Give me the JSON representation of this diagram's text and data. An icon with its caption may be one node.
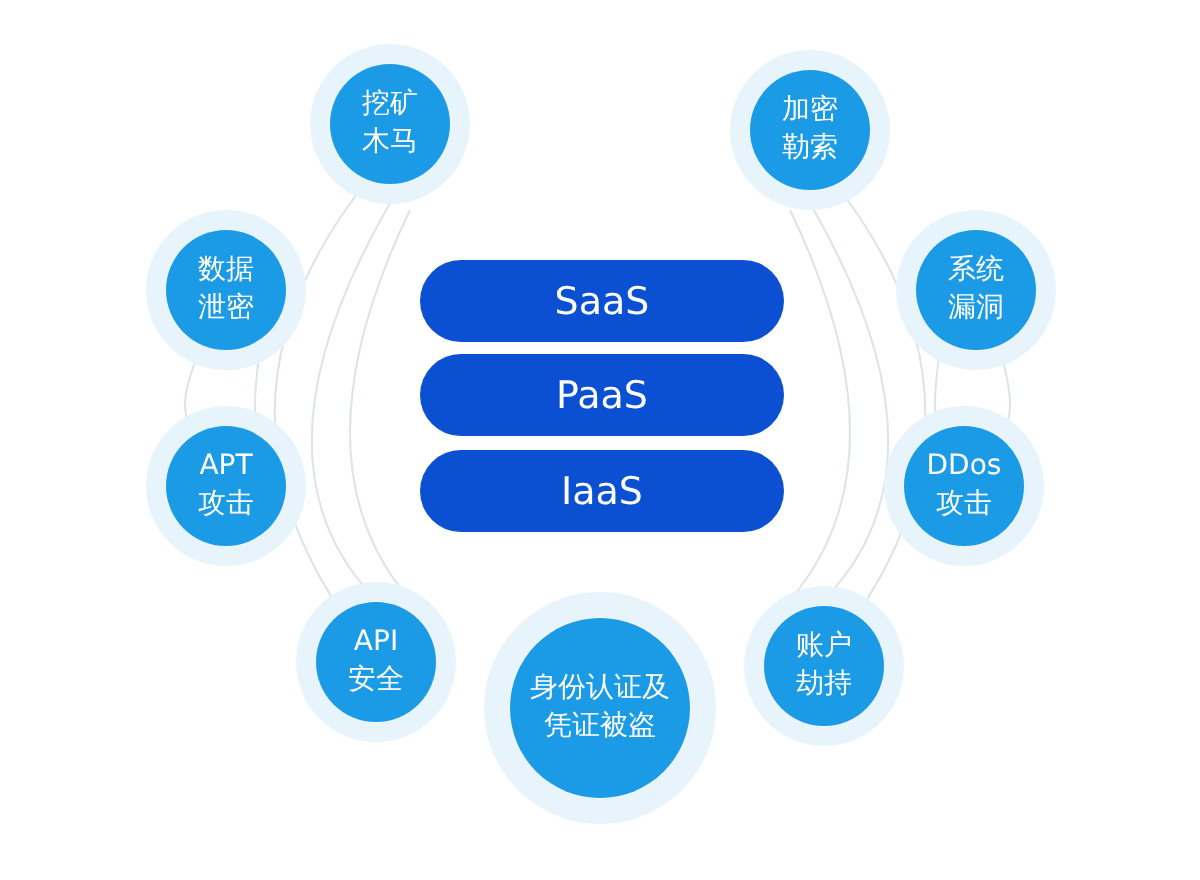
{
  "diagram": {
    "nodes": [
      {
        "text": [
          "SaaS"
        ]
      },
      {
        "text": [
          "PaaS"
        ]
      },
      {
        "text": [
          "IaaS"
        ]
      },
      {
        "text": [
          "挖矿木马"
        ]
      },
      {
        "text": [
          "数据泄密"
        ]
      },
      {
        "text": [
          "APT 攻击"
        ]
      },
      {
        "text": [
          "API 安全"
        ]
      },
      {
        "text": [
          "身份认证及凭证被盗"
        ]
      },
      {
        "text": [
          "加密勒索"
        ]
      },
      {
        "text": [
          "系统漏洞"
        ]
      },
      {
        "text": [
          "DDos 攻击"
        ]
      },
      {
        "text": [
          "账户劫持"
        ]
      }
    ]
  }
}
